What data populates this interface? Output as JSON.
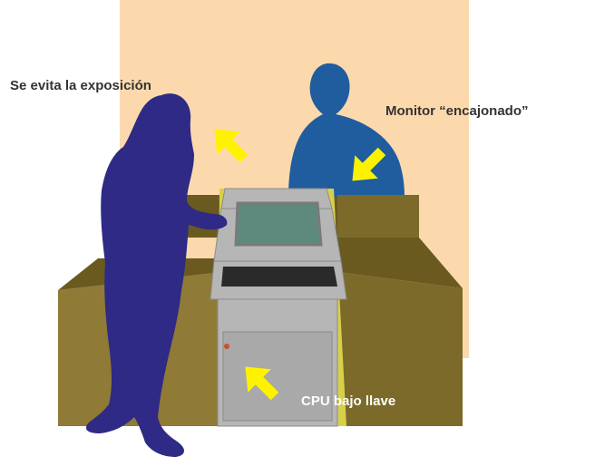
{
  "labels": {
    "exposure": "Se evita la exposición",
    "monitor": "Monitor “encajonado”",
    "cpu": "CPU bajo llave"
  },
  "colors": {
    "wall": "#fbd9ad",
    "desk_top": "#6b5a20",
    "desk_front": "#8f7a36",
    "desk_side": "#7b6a2a",
    "silhouette_woman": "#2e2a85",
    "silhouette_man": "#1f5d9e",
    "kiosk_body": "#b6b6b6",
    "kiosk_frame": "#d7d04a",
    "screen": "#5e8a7e",
    "arrow": "#fff200",
    "lock_indicator": "#c8522c"
  },
  "icons": {
    "arrows": [
      "arrow-up-right-icon",
      "arrow-down-left-icon",
      "arrow-up-left-icon"
    ]
  }
}
